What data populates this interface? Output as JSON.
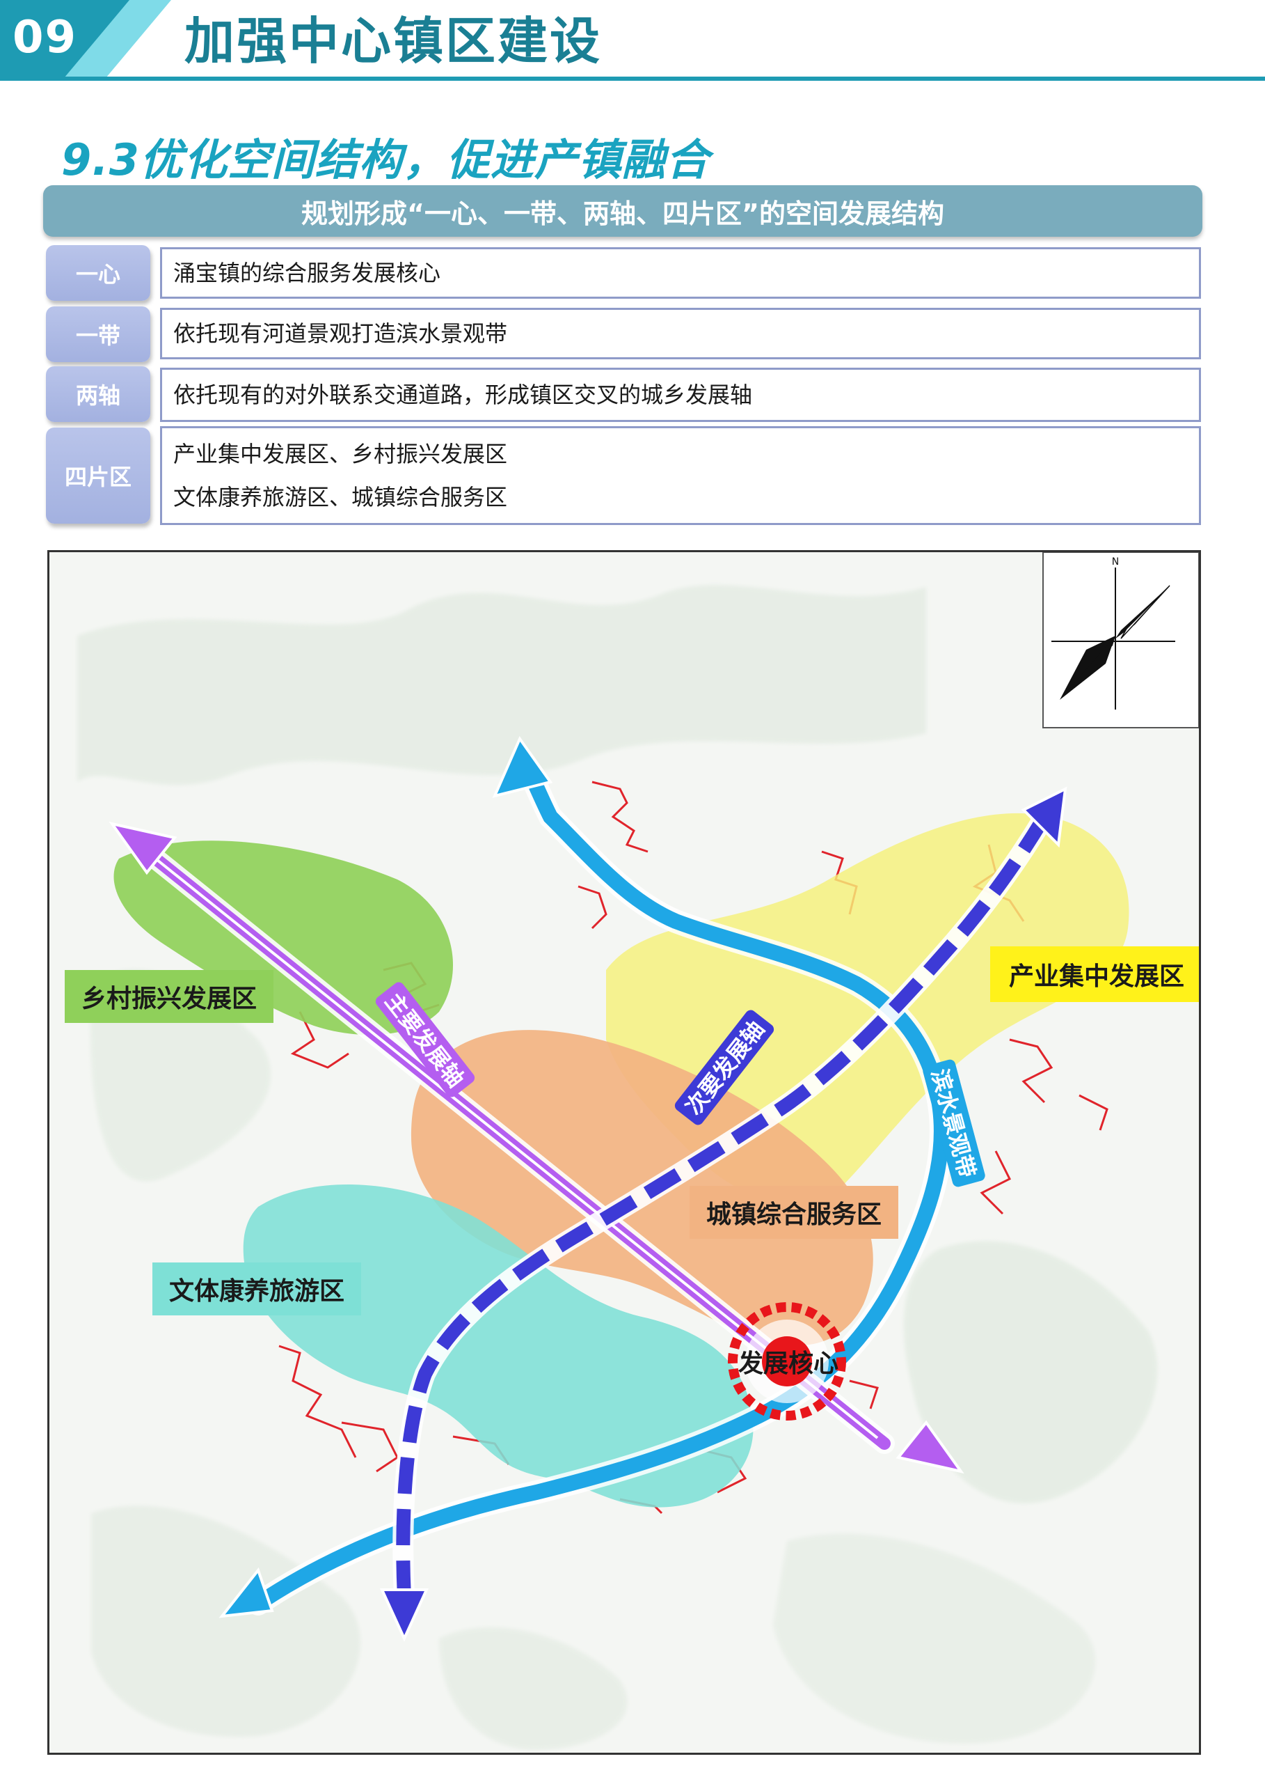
{
  "header": {
    "number": "09",
    "title": "加强中心镇区建设"
  },
  "section_title": "9.3优化空间结构，促进产镇融合",
  "banner": "规划形成“一心、一带、两轴、四片区”的空间发展结构",
  "rows": [
    {
      "label": "一心",
      "lines": [
        "涌宝镇的综合服务发展核心"
      ]
    },
    {
      "label": "一带",
      "lines": [
        "依托现有河道景观打造滨水景观带"
      ]
    },
    {
      "label": "两轴",
      "lines": [
        "依托现有的对外联系交通道路，形成镇区交叉的城乡发展轴"
      ]
    },
    {
      "label": "四片区",
      "lines": [
        "产业集中发展区、乡村振兴发展区",
        "文体康养旅游区、城镇综合服务区"
      ]
    }
  ],
  "map": {
    "zones": {
      "industry": "产业集中发展区",
      "rural": "乡村振兴发展区",
      "town_service": "城镇综合服务区",
      "tourism": "文体康养旅游区"
    },
    "axes": {
      "main": "主要发展轴",
      "secondary": "次要发展轴",
      "waterfront": "滨水景观带"
    },
    "core": "发展核心",
    "compass": {
      "north": "N"
    },
    "colors": {
      "industry": "#f5f07a",
      "rural": "#8fd05a",
      "town_service": "#f2b382",
      "tourism": "#7ee0d6",
      "main_axis": "#b45ef0",
      "secondary_axis": "#3d3ad6",
      "waterfront": "#1fa7e6",
      "core": "#e8161b",
      "boundary": "#e0242b"
    }
  }
}
